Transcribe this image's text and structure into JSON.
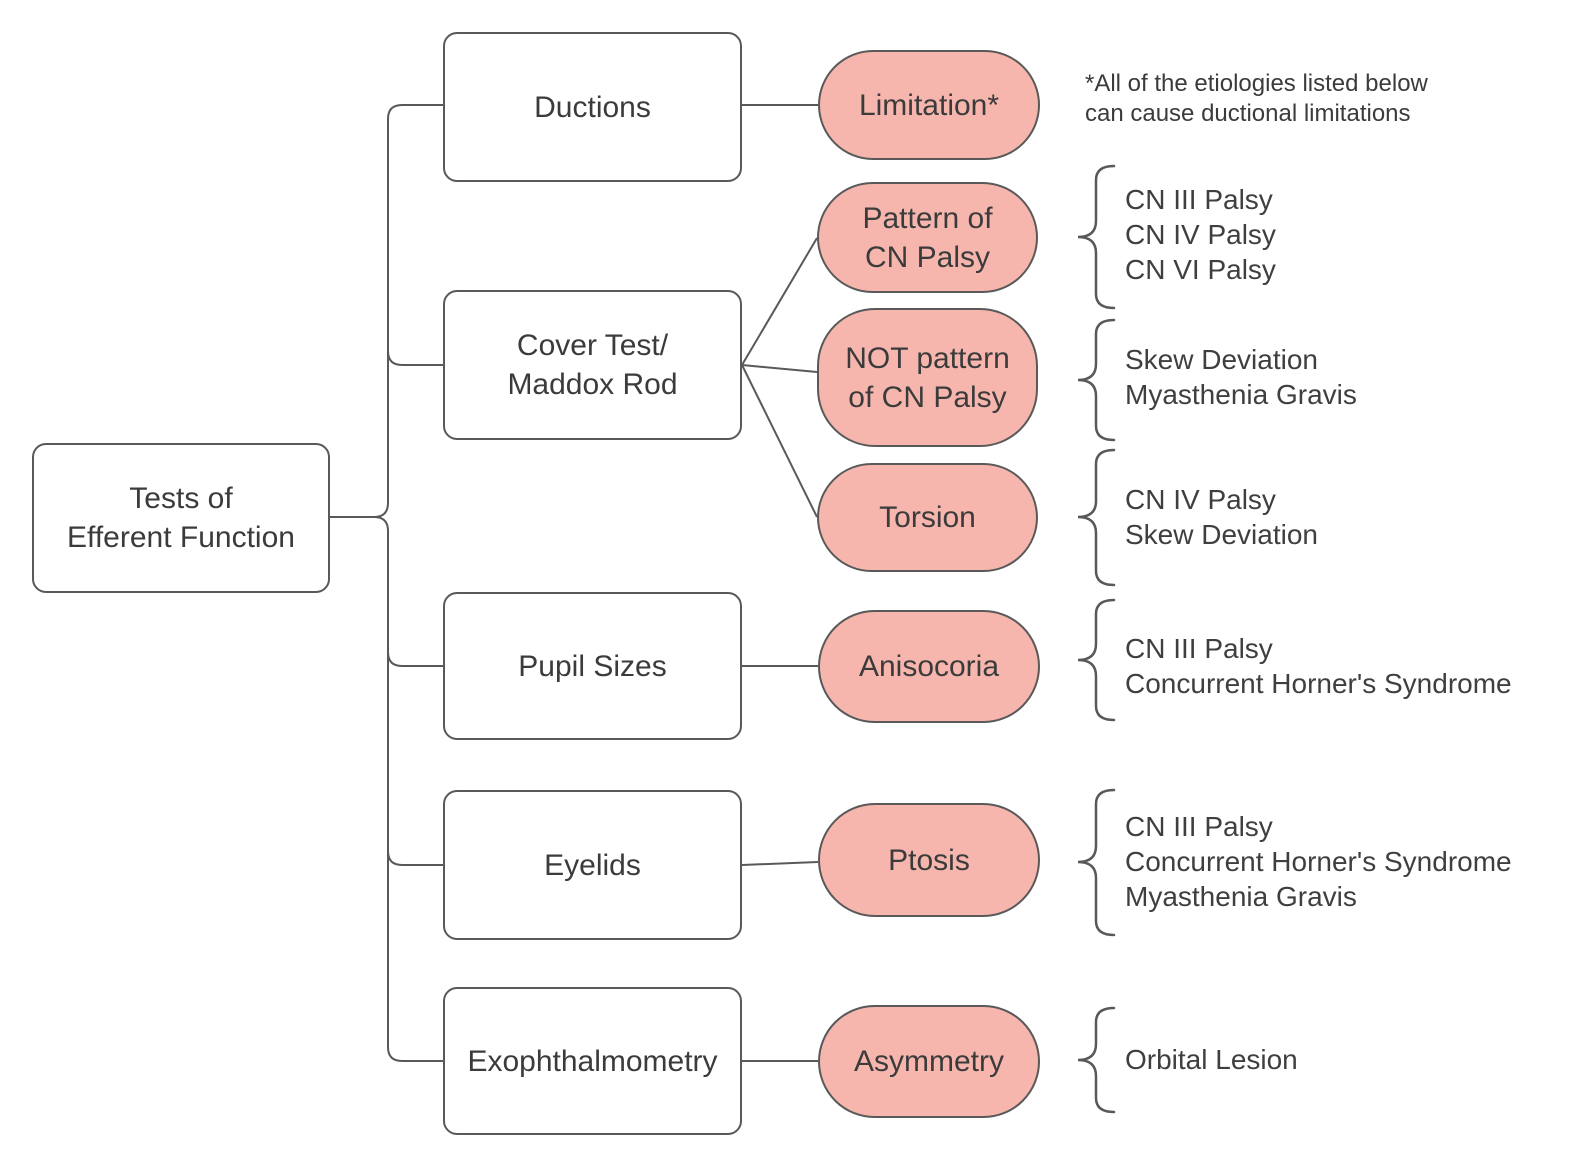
{
  "colors": {
    "finding_fill": "#f6b6ae",
    "border": "#595959",
    "text": "#3b3b3b",
    "background": "#ffffff"
  },
  "note": {
    "line1": "*All of the etiologies listed below",
    "line2": "can cause ductional limitations"
  },
  "tree": {
    "root": "Tests of\nEfferent Function",
    "branches": [
      {
        "test": "Ductions",
        "findings": [
          {
            "label": "Limitation*",
            "etiologies": []
          }
        ]
      },
      {
        "test": "Cover Test/\nMaddox Rod",
        "findings": [
          {
            "label": "Pattern of\nCN Palsy",
            "etiologies": [
              "CN III Palsy",
              "CN IV Palsy",
              "CN VI Palsy"
            ]
          },
          {
            "label": "NOT pattern\nof CN Palsy",
            "etiologies": [
              "Skew Deviation",
              "Myasthenia Gravis"
            ]
          },
          {
            "label": "Torsion",
            "etiologies": [
              "CN IV Palsy",
              "Skew Deviation"
            ]
          }
        ]
      },
      {
        "test": "Pupil Sizes",
        "findings": [
          {
            "label": "Anisocoria",
            "etiologies": [
              "CN III Palsy",
              "Concurrent Horner's Syndrome"
            ]
          }
        ]
      },
      {
        "test": "Eyelids",
        "findings": [
          {
            "label": "Ptosis",
            "etiologies": [
              "CN III Palsy",
              "Concurrent Horner's Syndrome",
              "Myasthenia Gravis"
            ]
          }
        ]
      },
      {
        "test": "Exophthalmometry",
        "findings": [
          {
            "label": "Asymmetry",
            "etiologies": [
              "Orbital Lesion"
            ]
          }
        ]
      }
    ]
  }
}
